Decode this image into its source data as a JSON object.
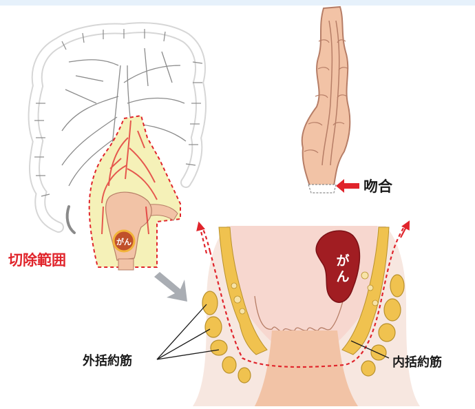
{
  "labels": {
    "anastomosis": "吻合",
    "resection_range": "切除範囲",
    "cancer_small": "がん",
    "cancer_large_line1": "が",
    "cancer_large_line2": "ん",
    "external_sphincter": "外括約筋",
    "internal_sphincter": "内括約筋"
  },
  "colors": {
    "accent_red": "#e0242b",
    "tumor_dark": "#a11d22",
    "tumor_small_fill": "#c0502a",
    "tumor_small_ring": "#f2b43a",
    "colon_tissue": "#f2c3a6",
    "resection_fill": "#f5f1b8",
    "mucosa": "#f7d7cf",
    "muscle_yellow": "#f0c24f",
    "transition_arrow": "#a9adb3",
    "outline": "#8a8a8a"
  },
  "icons": {
    "resection_to_detail": "gray-chevron-arrow-icon",
    "anastomosis_pointer": "red-left-arrow-icon"
  }
}
